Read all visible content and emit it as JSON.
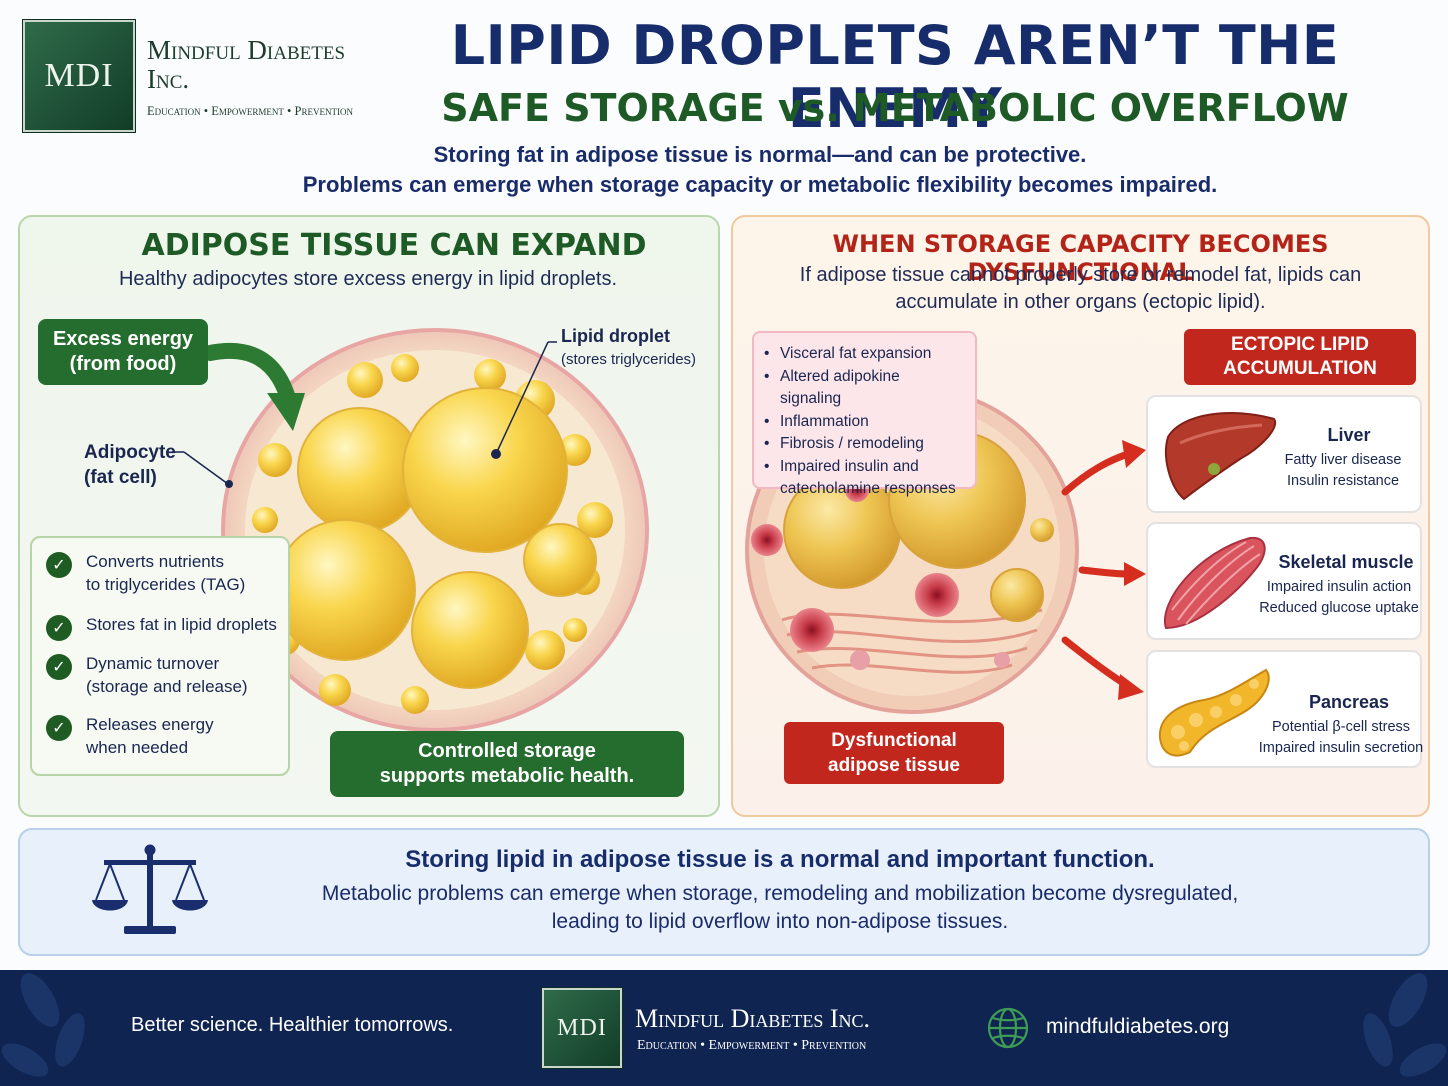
{
  "brand": {
    "logo_text": "MDI",
    "name": "Mindful Diabetes Inc.",
    "tagline": "Education • Empowerment • Prevention"
  },
  "header": {
    "title": "LIPID DROPLETS AREN’T THE ENEMY",
    "subtitle": "SAFE STORAGE vs. METABOLIC OVERFLOW",
    "intro_line1": "Storing fat in adipose tissue is normal—and can be protective.",
    "intro_line2": "Problems can emerge when storage capacity or metabolic flexibility becomes impaired."
  },
  "left_panel": {
    "heading": "ADIPOSE TISSUE CAN EXPAND",
    "subheading": "Healthy adipocytes store excess energy in lipid droplets.",
    "excess_energy_line1": "Excess energy",
    "excess_energy_line2": "(from food)",
    "adipocyte_line1": "Adipocyte",
    "adipocyte_line2": "(fat cell)",
    "lipid_droplet_title": "Lipid droplet",
    "lipid_droplet_note": "(stores triglycerides)",
    "checklist": [
      {
        "line1": "Converts nutrients",
        "line2": "to triglycerides (TAG)"
      },
      {
        "line1": "Stores fat in lipid droplets",
        "line2": ""
      },
      {
        "line1": "Dynamic turnover",
        "line2": "(storage and release)"
      },
      {
        "line1": "Releases energy",
        "line2": "when needed"
      }
    ],
    "controlled_line1": "Controlled storage",
    "controlled_line2": "supports metabolic health."
  },
  "right_panel": {
    "heading": "WHEN STORAGE CAPACITY BECOMES DYSFUNCTIONAL",
    "subheading_line1": "If adipose tissue cannot properly store or remodel fat, lipids can",
    "subheading_line2": "accumulate in other organs (ectopic lipid).",
    "bullets": [
      "Visceral fat expansion",
      "Altered adipokine signaling",
      "Inflammation",
      "Fibrosis / remodeling",
      "Impaired insulin and catecholamine responses"
    ],
    "ectopic_line1": "ECTOPIC LIPID",
    "ectopic_line2": "ACCUMULATION",
    "dysfunctional_line1": "Dysfunctional",
    "dysfunctional_line2": "adipose tissue",
    "organs": [
      {
        "name": "Liver",
        "desc1": "Fatty liver disease",
        "desc2": "Insulin resistance"
      },
      {
        "name": "Skeletal muscle",
        "desc1": "Impaired insulin action",
        "desc2": "Reduced glucose uptake"
      },
      {
        "name": "Pancreas",
        "desc1": "Potential β-cell stress",
        "desc2": "Impaired insulin secretion"
      }
    ]
  },
  "summary": {
    "headline": "Storing lipid in adipose tissue is a normal and important function.",
    "body_line1": "Metabolic problems can emerge when storage, remodeling and mobilization become dysregulated,",
    "body_line2": "leading to lipid overflow into non-adipose tissues."
  },
  "footer": {
    "slogan": "Better science. Healthier tomorrows.",
    "website": "mindfuldiabetes.org"
  },
  "colors": {
    "navy": "#172c6a",
    "green": "#256d2e",
    "red": "#c2271e",
    "footer_bg": "#0f2451"
  }
}
